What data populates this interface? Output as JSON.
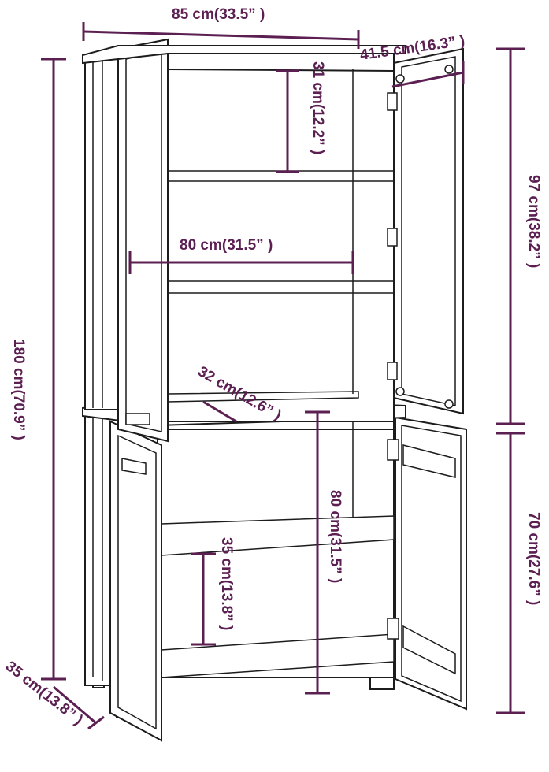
{
  "colors": {
    "dimension": "#5b1f52",
    "outline": "#1c1c1c",
    "background": "#ffffff"
  },
  "dimensions": {
    "total_width": "85 cm(33.5” )",
    "top_depth": "41.5 cm(16.3” )",
    "top_section_height": "97 cm(38.2” )",
    "shelf_spacing_top": "31 cm(12.2” )",
    "inner_width": "80 cm(31.5” )",
    "total_height": "180 cm(70.9” )",
    "worktop_depth": "32 cm(12.6” )",
    "bottom_inner_height": "80 cm(31.5” )",
    "bottom_section_height": "70 cm(27.6” )",
    "shelf_spacing_bottom": "35 cm(13.8” )",
    "base_depth": "35 cm(13.8” )"
  }
}
